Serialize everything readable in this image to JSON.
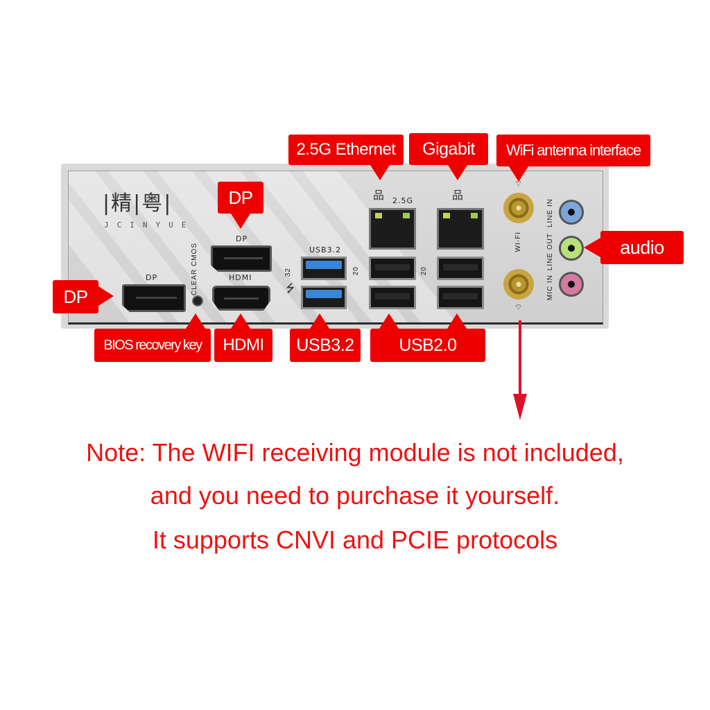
{
  "shield": {
    "brand": "|精|粤|",
    "brand_sub": "JCINYUE",
    "port_labels": {
      "dp_left": "DP",
      "dp_top": "DP",
      "hdmi": "HDMI",
      "clear_cmos": "CLEAR CMOS",
      "usb32": "USB3.2",
      "usb32_speed": "32",
      "usb20_speed_a": "20",
      "usb20_speed_b": "20",
      "lan25": "2.5G",
      "wifi": "WI-FI",
      "line_in": "LINE IN",
      "line_out": "LINE OUT",
      "mic_in": "MIC IN"
    },
    "jack_colors": {
      "line_in": "#7aa6dc",
      "line_out": "#b8e07a",
      "mic_in": "#d47aa0"
    }
  },
  "callouts": {
    "dp_top": "DP",
    "dp_left": "DP",
    "ethernet_25g": "2.5G Ethernet",
    "gigabit": "Gigabit",
    "wifi_antenna": "WiFi antenna interface",
    "audio": "audio",
    "bios_recovery": "BIOS recovery key",
    "hdmi": "HDMI",
    "usb32": "USB3.2",
    "usb20": "USB2.0"
  },
  "note": {
    "line1": "Note: The WIFI receiving module is not included,",
    "line2": "and you need to purchase it yourself.",
    "line3": "It supports CNVI and PCIE protocols"
  },
  "colors": {
    "accent_red": "#ee0000",
    "note_red": "#ee1111"
  }
}
